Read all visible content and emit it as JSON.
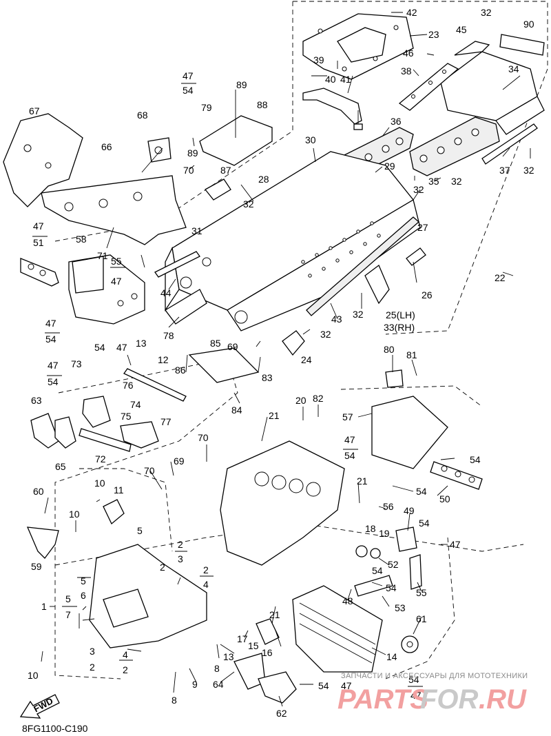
{
  "diagram_code": "8FG1100-C190",
  "fwd_label": "FWD",
  "watermark": {
    "tagline": "ЗАПЧАСТИ И АКСЕССУАРЫ ДЛЯ МОТОТЕХНИКИ",
    "brand_a": "PARTS",
    "brand_b": "FOR",
    "brand_c": ".RU"
  },
  "callouts": {
    "c1": "1",
    "c2": "2",
    "c4": "4",
    "c5": "5",
    "c6": "6",
    "c7": "7",
    "c8": "8",
    "c9": "9",
    "c10": "10",
    "c11": "11",
    "c12": "12",
    "c13": "13",
    "c14": "14",
    "c15": "15",
    "c16": "16",
    "c17": "17",
    "c18": "18",
    "c19": "19",
    "c20": "20",
    "c21": "21",
    "c22": "22",
    "c23": "23",
    "c24": "24",
    "c25": "25(LH)",
    "c26": "26",
    "c27": "27",
    "c28": "28",
    "c29": "29",
    "c30": "30",
    "c31": "31",
    "c32": "32",
    "c33": "33(RH)",
    "c34": "34",
    "c35": "35",
    "c36": "36",
    "c37": "37",
    "c38": "38",
    "c39": "39",
    "c40": "40",
    "c41": "41",
    "c42": "42",
    "c43": "43",
    "c44": "44",
    "c45": "45",
    "c46": "46",
    "c47": "47",
    "c48": "48",
    "c49": "49",
    "c50": "50",
    "c51": "51",
    "c52": "52",
    "c53": "53",
    "c54": "54",
    "c55": "55",
    "c56": "56",
    "c57": "57",
    "c58": "58",
    "c59": "59",
    "c60": "60",
    "c61": "61",
    "c62": "62",
    "c63": "63",
    "c64": "64",
    "c65": "65",
    "c66": "66",
    "c67": "67",
    "c68": "68",
    "c69": "69",
    "c70": "70",
    "c71": "71",
    "c72": "72",
    "c73": "73",
    "c74": "74",
    "c75": "75",
    "c76": "76",
    "c77": "77",
    "c78": "78",
    "c79": "79",
    "c80": "80",
    "c81": "81",
    "c82": "82",
    "c83": "83",
    "c84": "84",
    "c85": "85",
    "c86": "86",
    "c87": "87",
    "c88": "88",
    "c89": "89",
    "c90": "90",
    "c3": "3"
  }
}
